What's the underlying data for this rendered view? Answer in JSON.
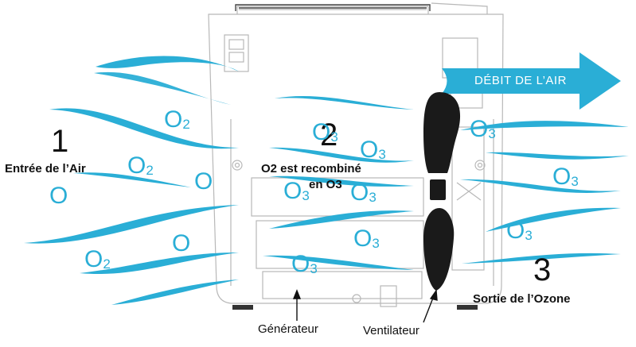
{
  "flow": {
    "label": "DÉBIT DE L’AIR",
    "color": "#2aaed6"
  },
  "steps": [
    {
      "number": "1",
      "label": "Entrée de l’Air"
    },
    {
      "number": "2",
      "label_line1": "O2 est recombiné",
      "label_line2": "en O3"
    },
    {
      "number": "3",
      "label": "Sortie de l’Ozone"
    }
  ],
  "components": {
    "generator": "Générateur",
    "fan": "Ventilateur"
  },
  "molecules": {
    "inlet": [
      {
        "symbol": "O",
        "sub": "2"
      },
      {
        "symbol": "O",
        "sub": "2"
      },
      {
        "symbol": "O",
        "sub": ""
      },
      {
        "symbol": "O",
        "sub": ""
      },
      {
        "symbol": "O",
        "sub": ""
      },
      {
        "symbol": "O",
        "sub": "2"
      }
    ],
    "chamber": [
      {
        "symbol": "O",
        "sub": "3"
      },
      {
        "symbol": "O",
        "sub": "3"
      },
      {
        "symbol": "O",
        "sub": "3"
      },
      {
        "symbol": "O",
        "sub": "3"
      },
      {
        "symbol": "O",
        "sub": "3"
      },
      {
        "symbol": "O",
        "sub": "3"
      }
    ],
    "outlet": [
      {
        "symbol": "O",
        "sub": "3"
      },
      {
        "symbol": "O",
        "sub": "3"
      },
      {
        "symbol": "O",
        "sub": "3"
      }
    ]
  },
  "colors": {
    "airflow": "#2aaed6",
    "device_outline": "#b8b8b8",
    "fan": "#1a1a1a"
  }
}
